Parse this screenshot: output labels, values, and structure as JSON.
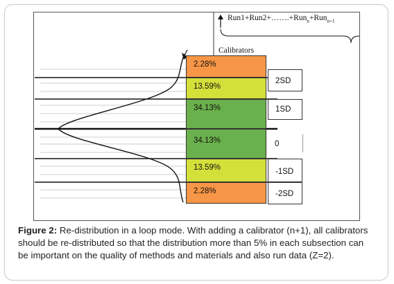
{
  "header": {
    "run_parts": [
      "Run1+Run2+…….+Run",
      "n",
      "+Run",
      "n+1"
    ],
    "calibrators_title": "Calibrators"
  },
  "bands": [
    {
      "label": "2.28%",
      "color": "#f79646"
    },
    {
      "label": "13.59%",
      "color": "#d4e03a"
    },
    {
      "label": "34.13%",
      "color": "#6ab04c"
    },
    {
      "label": "34.13%",
      "color": "#6ab04c"
    },
    {
      "label": "13.59%",
      "color": "#d4e03a"
    },
    {
      "label": "2.28%",
      "color": "#f79646"
    }
  ],
  "sd_labels": [
    "2SD",
    "1SD",
    "0",
    "-1SD",
    "-2SD"
  ],
  "caption": {
    "label": "Figure 2:",
    "text": " Re-distribution in a loop mode. With adding a calibrator (n+1), all calibrators should be re-distributed so that the distribution more than 5% in each subsection can be important on the quality of methods and materials and also run data (Z=2)."
  }
}
